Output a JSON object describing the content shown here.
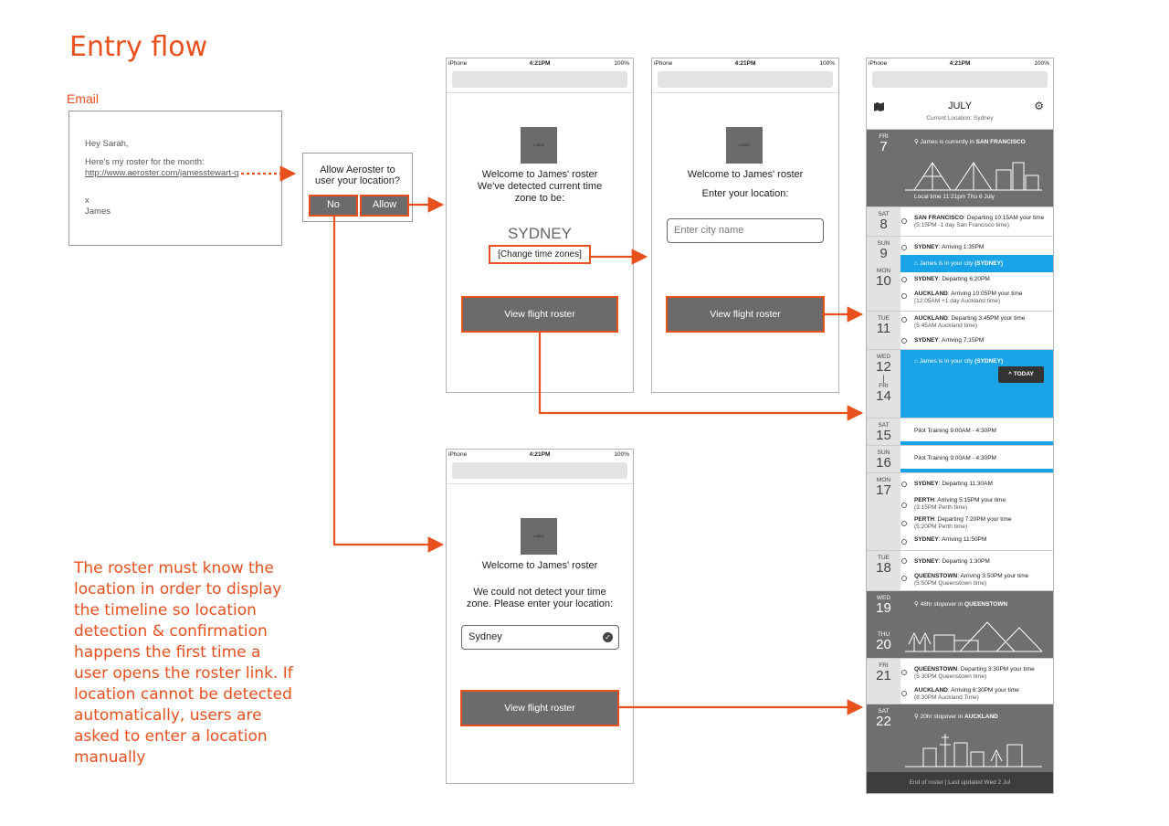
{
  "title": "Entry flow",
  "email": {
    "label": "Email",
    "greeting": "Hey Sarah,",
    "line1": "Here's my roster for the month:",
    "link": "http://www.aeroster.com/jamesstewart-q",
    "sign_x": "x",
    "sign_name": "James"
  },
  "dialog": {
    "line1": "Allow Aeroster to",
    "line2": "user your location?",
    "no": "No",
    "allow": "Allow"
  },
  "status": {
    "carrier": "iPhone",
    "time": "4:21PM",
    "battery": "100%"
  },
  "logo_text": "LOGO",
  "screen_detected": {
    "welcome": "Welcome to James' roster",
    "line2": "We've detected current time",
    "line3": "zone to be:",
    "city": "SYDNEY",
    "change": "[Change time zones]",
    "cta": "View flight roster"
  },
  "screen_enter": {
    "welcome": "Welcome to James' roster",
    "prompt": "Enter your location:",
    "placeholder": "Enter city name",
    "cta": "View flight roster"
  },
  "screen_notdetected": {
    "welcome": "Welcome to James' roster",
    "line2": "We could not detect your time",
    "line3": "zone. Please enter your location:",
    "value": "Sydney",
    "cta": "View flight roster"
  },
  "note": "The roster must know the location in order to display the timeline so location detection & confirmation happens the first time a user opens the roster link. If location cannot be detected automatically, users are asked to enter a location manually",
  "roster": {
    "month": "JULY",
    "current_location": "Current Location: Sydney",
    "fri7": {
      "dw": "FRI",
      "dn": "7",
      "text_pre": "James is currently in ",
      "text_city": "SAN FRANCISCO",
      "local": "Local time 11:21pm Thu 6 July"
    },
    "sat8": {
      "dw": "SAT",
      "dn": "8",
      "e1b": "SAN FRANCISCO",
      "e1": ": Departing 10:15AM your time",
      "e1s": "(5:15PM -1 day San Francisco time)"
    },
    "sun9": {
      "dw": "SUN",
      "dn": "9",
      "e1b": "SYDNEY",
      "e1": ": Arriving 1:35PM",
      "banner_pre": "James is in your city ",
      "banner_city": "(SYDNEY)"
    },
    "mon10": {
      "dw": "MON",
      "dn": "10",
      "e1b": "SYDNEY",
      "e1": ": Departing 6:20PM",
      "e2b": "AUCKLAND",
      "e2": ": Arriving 10:05PM your time",
      "e2s": "(12:05AM +1 day Auckland time)"
    },
    "tue11": {
      "dw": "TUE",
      "dn": "11",
      "e1b": "AUCKLAND",
      "e1": ": Departing 3:45PM your time",
      "e1s": "(5:45AM Auckland time)",
      "e2b": "SYDNEY",
      "e2": ": Arriving 7:15PM"
    },
    "wed12": {
      "dw": "WED",
      "dn": "12",
      "sep": "|",
      "dw2": "FRI",
      "dn2": "14",
      "banner_pre": "James is in your city ",
      "banner_city": "(SYDNEY)",
      "today": "^ TODAY"
    },
    "sat15": {
      "dw": "SAT",
      "dn": "15",
      "e1": "Pilot Training 9:00AM - 4:30PM"
    },
    "sun16": {
      "dw": "SUN",
      "dn": "16",
      "e1": "Pilot Training 9:00AM - 4:30PM"
    },
    "mon17": {
      "dw": "MON",
      "dn": "17",
      "e1b": "SYDNEY",
      "e1": ": Departing 11:30AM",
      "e2b": "PERTH",
      "e2": ": Arriving 5:15PM your time",
      "e2s": "(3:15PM Perth time)",
      "e3b": "PERTH",
      "e3": ": Departing 7:20PM your time",
      "e3s": "(5:20PM Perth time)",
      "e4b": "SYDNEY",
      "e4": ": Arriving 11:50PM"
    },
    "tue18": {
      "dw": "TUE",
      "dn": "18",
      "e1b": "SYDNEY",
      "e1": ": Departing 1:30PM",
      "e2b": "QUEENSTOWN",
      "e2": ": Arriving 3:50PM your time",
      "e2s": "(5:50PM Queenstown time)"
    },
    "wed19": {
      "dw": "WED",
      "dn": "19",
      "dw2": "THU",
      "dn2": "20",
      "text_pre": "48hr stopover in ",
      "text_city": "QUEENSTOWN"
    },
    "fri21": {
      "dw": "FRI",
      "dn": "21",
      "e1b": "QUEENSTOWN",
      "e1": ": Departing 3:30PM your time",
      "e1s": "(5:30PM Queenstown time)",
      "e2b": "AUCKLAND",
      "e2": ": Arriving 6:30PM your time",
      "e2s": "(8:30PM Auckland Time)"
    },
    "sat22": {
      "dw": "SAT",
      "dn": "22",
      "text_pre": "20hr stopover in ",
      "text_city": "AUCKLAND"
    },
    "footer": "End of roster | Last updated Wed 2 Jul"
  },
  "colors": {
    "accent": "#e8501e",
    "blue": "#1aa3e6",
    "dark": "#6f6f72"
  }
}
